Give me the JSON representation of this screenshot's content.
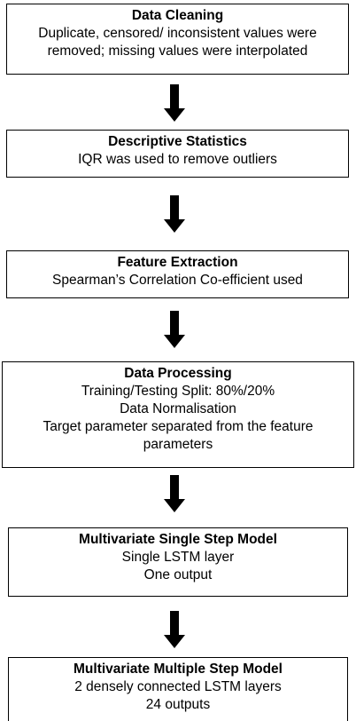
{
  "steps": [
    {
      "title": "Data Cleaning",
      "lines": [
        "Duplicate, censored/ inconsistent values were",
        "removed; missing values were interpolated"
      ]
    },
    {
      "title": "Descriptive Statistics",
      "lines": [
        "IQR was used to remove outliers"
      ]
    },
    {
      "title": "Feature Extraction",
      "lines": [
        "Spearman’s Correlation Co-efficient used"
      ]
    },
    {
      "title": "Data Processing",
      "lines": [
        "Training/Testing Split: 80%/20%",
        "Data Normalisation",
        "Target parameter separated from the feature",
        "parameters"
      ]
    },
    {
      "title": "Multivariate Single Step Model",
      "lines": [
        "Single LSTM layer",
        "One output"
      ]
    },
    {
      "title": "Multivariate Multiple Step Model",
      "lines": [
        "2 densely connected LSTM layers",
        "24 outputs"
      ]
    }
  ],
  "colors": {
    "border": "#000000",
    "arrow": "#000000",
    "background": "#ffffff"
  }
}
